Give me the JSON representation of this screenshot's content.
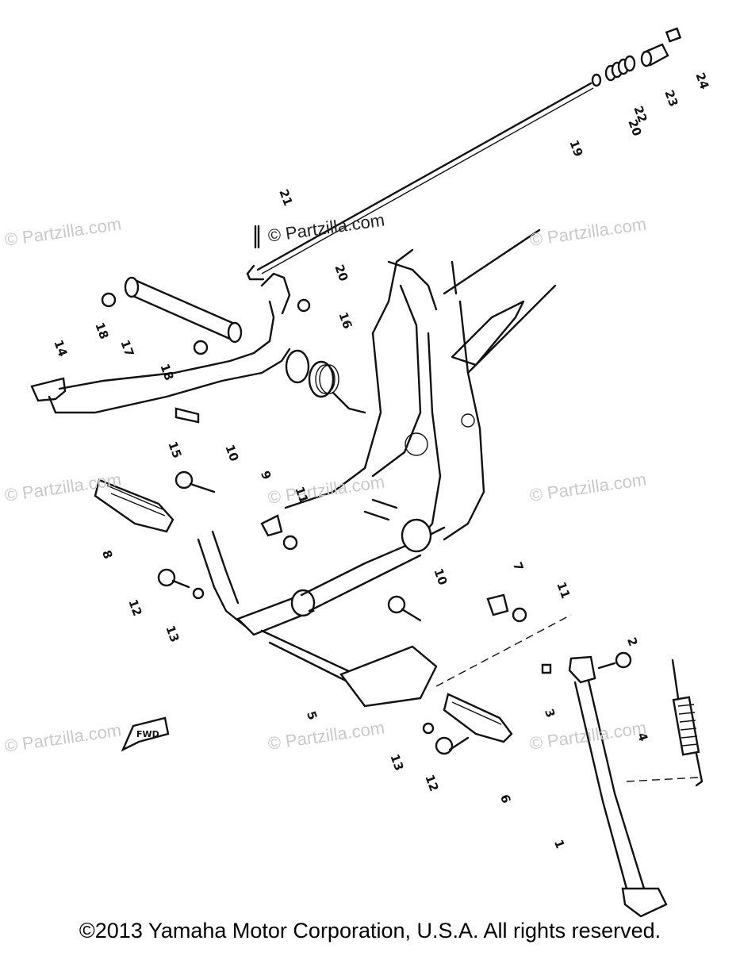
{
  "watermarks": {
    "text": "© Partzilla.com"
  },
  "callouts": {
    "c1": "1",
    "c2": "2",
    "c3": "3",
    "c4": "4",
    "c5": "5",
    "c6": "6",
    "c7": "7",
    "c8": "8",
    "c9": "9",
    "c10a": "10",
    "c10b": "10",
    "c11a": "11",
    "c11b": "11",
    "c12a": "12",
    "c12b": "12",
    "c13a": "13",
    "c13b": "13",
    "c14": "14",
    "c15": "15",
    "c16": "16",
    "c17": "17",
    "c18a": "18",
    "c18b": "18",
    "c19": "19",
    "c20a": "20",
    "c20b": "20",
    "c21": "21",
    "c22": "22",
    "c23": "23",
    "c24": "24"
  },
  "fwd_label": "FWD",
  "copyright": "©2013 Yamaha Motor Corporation, U.S.A. All rights reserved."
}
